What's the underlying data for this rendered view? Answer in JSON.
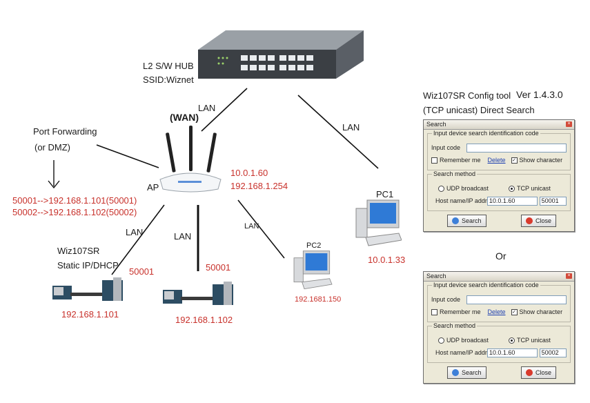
{
  "switch": {
    "name": "L2 S/W HUB",
    "ssid": "SSID:Wiznet"
  },
  "labels": {
    "lan": "LAN",
    "wan": "(WAN)",
    "ap": "AP",
    "port_forwarding": "Port Forwarding",
    "or_dmz": "(or DMZ)",
    "ap_ip_wan": "10.0.1.60",
    "ap_ip_lan": "192.168.1.254",
    "pf_rule1": "50001-->192.168.1.101(50001)",
    "pf_rule2": "50002-->192.168.1.102(50002)",
    "device_name": "Wiz107SR",
    "device_mode": "Static IP/DHCP",
    "port1": "50001",
    "port2": "50001",
    "dev1_ip": "192.168.1.101",
    "dev2_ip": "192.168.1.102",
    "pc1": "PC1",
    "pc1_ip": "10.0.1.33",
    "pc2": "PC2",
    "pc2_ip": "192.1681.150",
    "tool_title": "Wiz107SR Config tool",
    "tool_version": "Ver 1.4.3.0",
    "tool_mode": "(TCP unicast) Direct Search",
    "or": "Or"
  },
  "dialogs": [
    {
      "title": "Search",
      "group1_title": "Input device search identification code",
      "input_code_label": "Input code",
      "input_code_value": "",
      "remember_me": "Remember me",
      "delete": "Delete",
      "show_char": "Show character",
      "group2_title": "Search method",
      "udp": "UDP broadcast",
      "tcp": "TCP unicast",
      "host_label": "Host name/IP addr",
      "host_value": "10.0.1.60",
      "port_value": "50001",
      "search_btn": "Search",
      "close_btn": "Close"
    },
    {
      "title": "Search",
      "group1_title": "Input device search identification code",
      "input_code_label": "Input code",
      "input_code_value": "",
      "remember_me": "Remember me",
      "delete": "Delete",
      "show_char": "Show character",
      "group2_title": "Search method",
      "udp": "UDP broadcast",
      "tcp": "TCP unicast",
      "host_label": "Host name/IP addr",
      "host_value": "10.0.1.60",
      "port_value": "50002",
      "search_btn": "Search",
      "close_btn": "Close"
    }
  ],
  "colors": {
    "accent_red": "#c8312b",
    "dialog_bg": "#ece9d8"
  }
}
